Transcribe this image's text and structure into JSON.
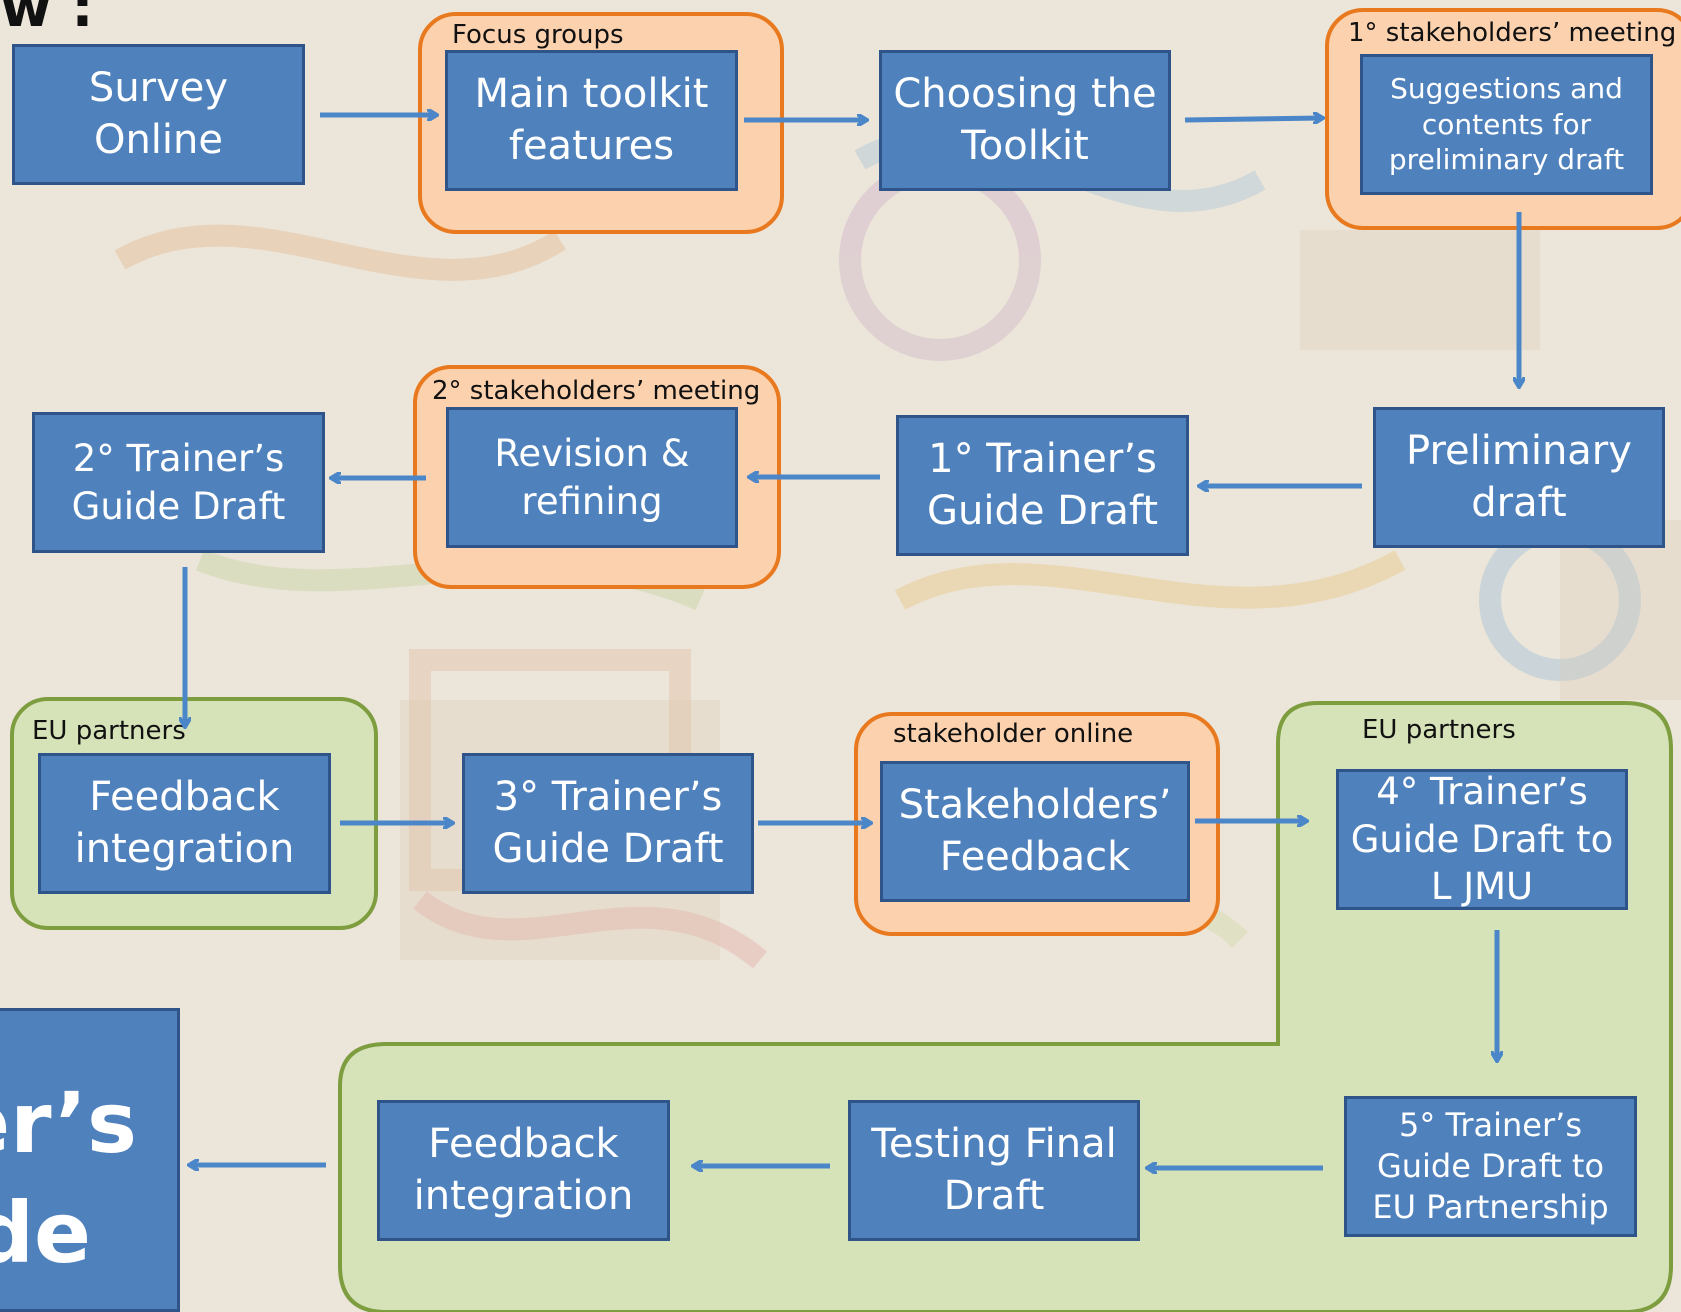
{
  "header": {
    "title_fragment": "w :"
  },
  "side_panel": {
    "line1": "er’s",
    "line2": "ide"
  },
  "groups": {
    "focus_groups": "Focus groups",
    "stakeholders_meeting_1": "1° stakeholders’ meeting",
    "stakeholders_meeting_2": "2° stakeholders’ meeting",
    "eu_partners_1": "EU partners",
    "stakeholder_online": "stakeholder online",
    "eu_partners_2": "EU partners"
  },
  "steps": {
    "survey_online": "Survey\nOnline",
    "main_toolkit_features": "Main toolkit\nfeatures",
    "choosing_toolkit": "Choosing  the\nToolkit",
    "suggestions_contents": "Suggestions and\ncontents for\npreliminary draft",
    "preliminary_draft": "Preliminary\ndraft",
    "trainers_guide_1": "1° Trainer’s\nGuide Draft",
    "revision_refining": "Revision &\nrefining",
    "trainers_guide_2": "2° Trainer’s\nGuide Draft",
    "feedback_integration_1": "Feedback\nintegration",
    "trainers_guide_3": "3° Trainer’s\nGuide Draft",
    "stakeholders_feedback": "Stakeholders’\nFeedback",
    "trainers_guide_4": "4° Trainer’s\nGuide Draft to\nL JMU",
    "trainers_guide_5": "5° Trainer’s\nGuide Draft to\nEU Partnership",
    "testing_final_draft": "Testing Final\nDraft",
    "feedback_integration_2": "Feedback\nintegration"
  },
  "colors": {
    "step_fill": "#4f81bd",
    "step_border": "#2f5489",
    "orange_group_fill": "#fbd1ae",
    "orange_group_border": "#e8791e",
    "green_group_fill": "#d6e3b9",
    "green_group_border": "#7e9d3f",
    "arrow": "#4a86c8"
  }
}
